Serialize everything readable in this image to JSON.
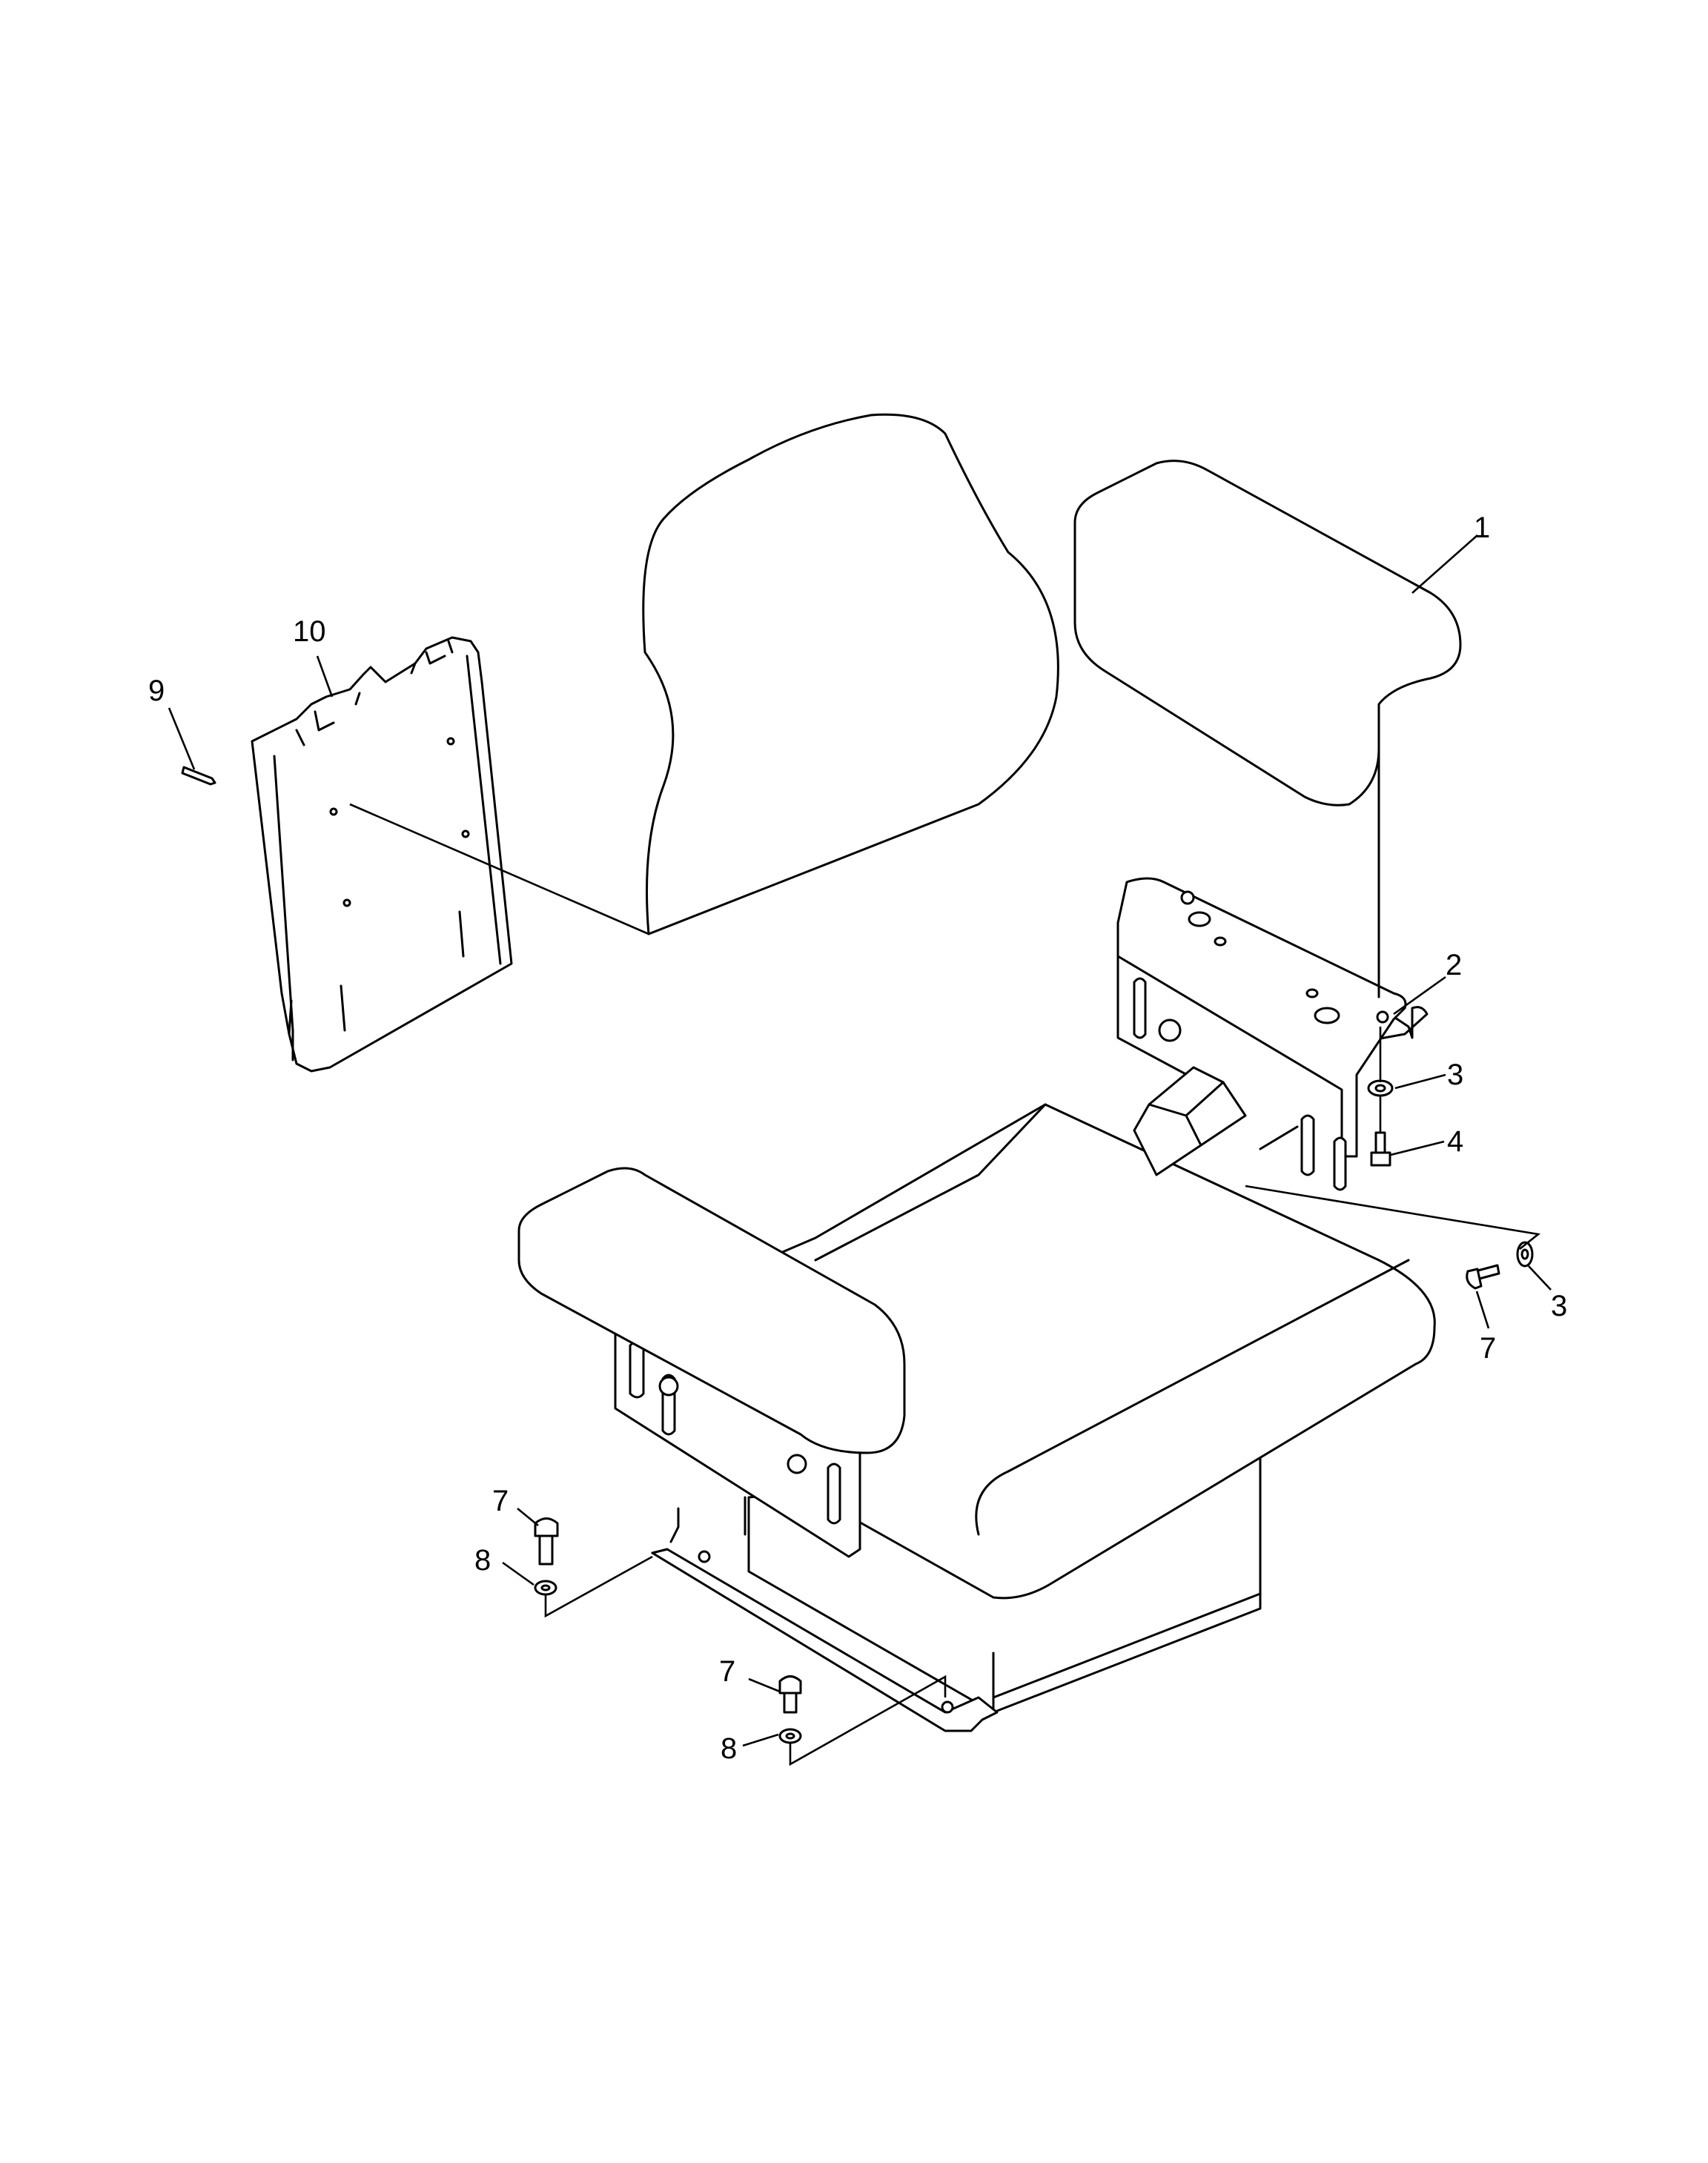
{
  "callouts": {
    "armrest_right": "1",
    "bracket": "2",
    "washer_upper": "3",
    "bolt_upper": "4",
    "washer_lower": "3",
    "bolt_lower_right": "7",
    "bolt_front_left": "7",
    "washer_front_left": "8",
    "bolt_front_center": "7",
    "washer_front_center": "8",
    "pin": "9",
    "side_panel": "10"
  },
  "colors": {
    "line": "#000000",
    "background": "#ffffff"
  }
}
